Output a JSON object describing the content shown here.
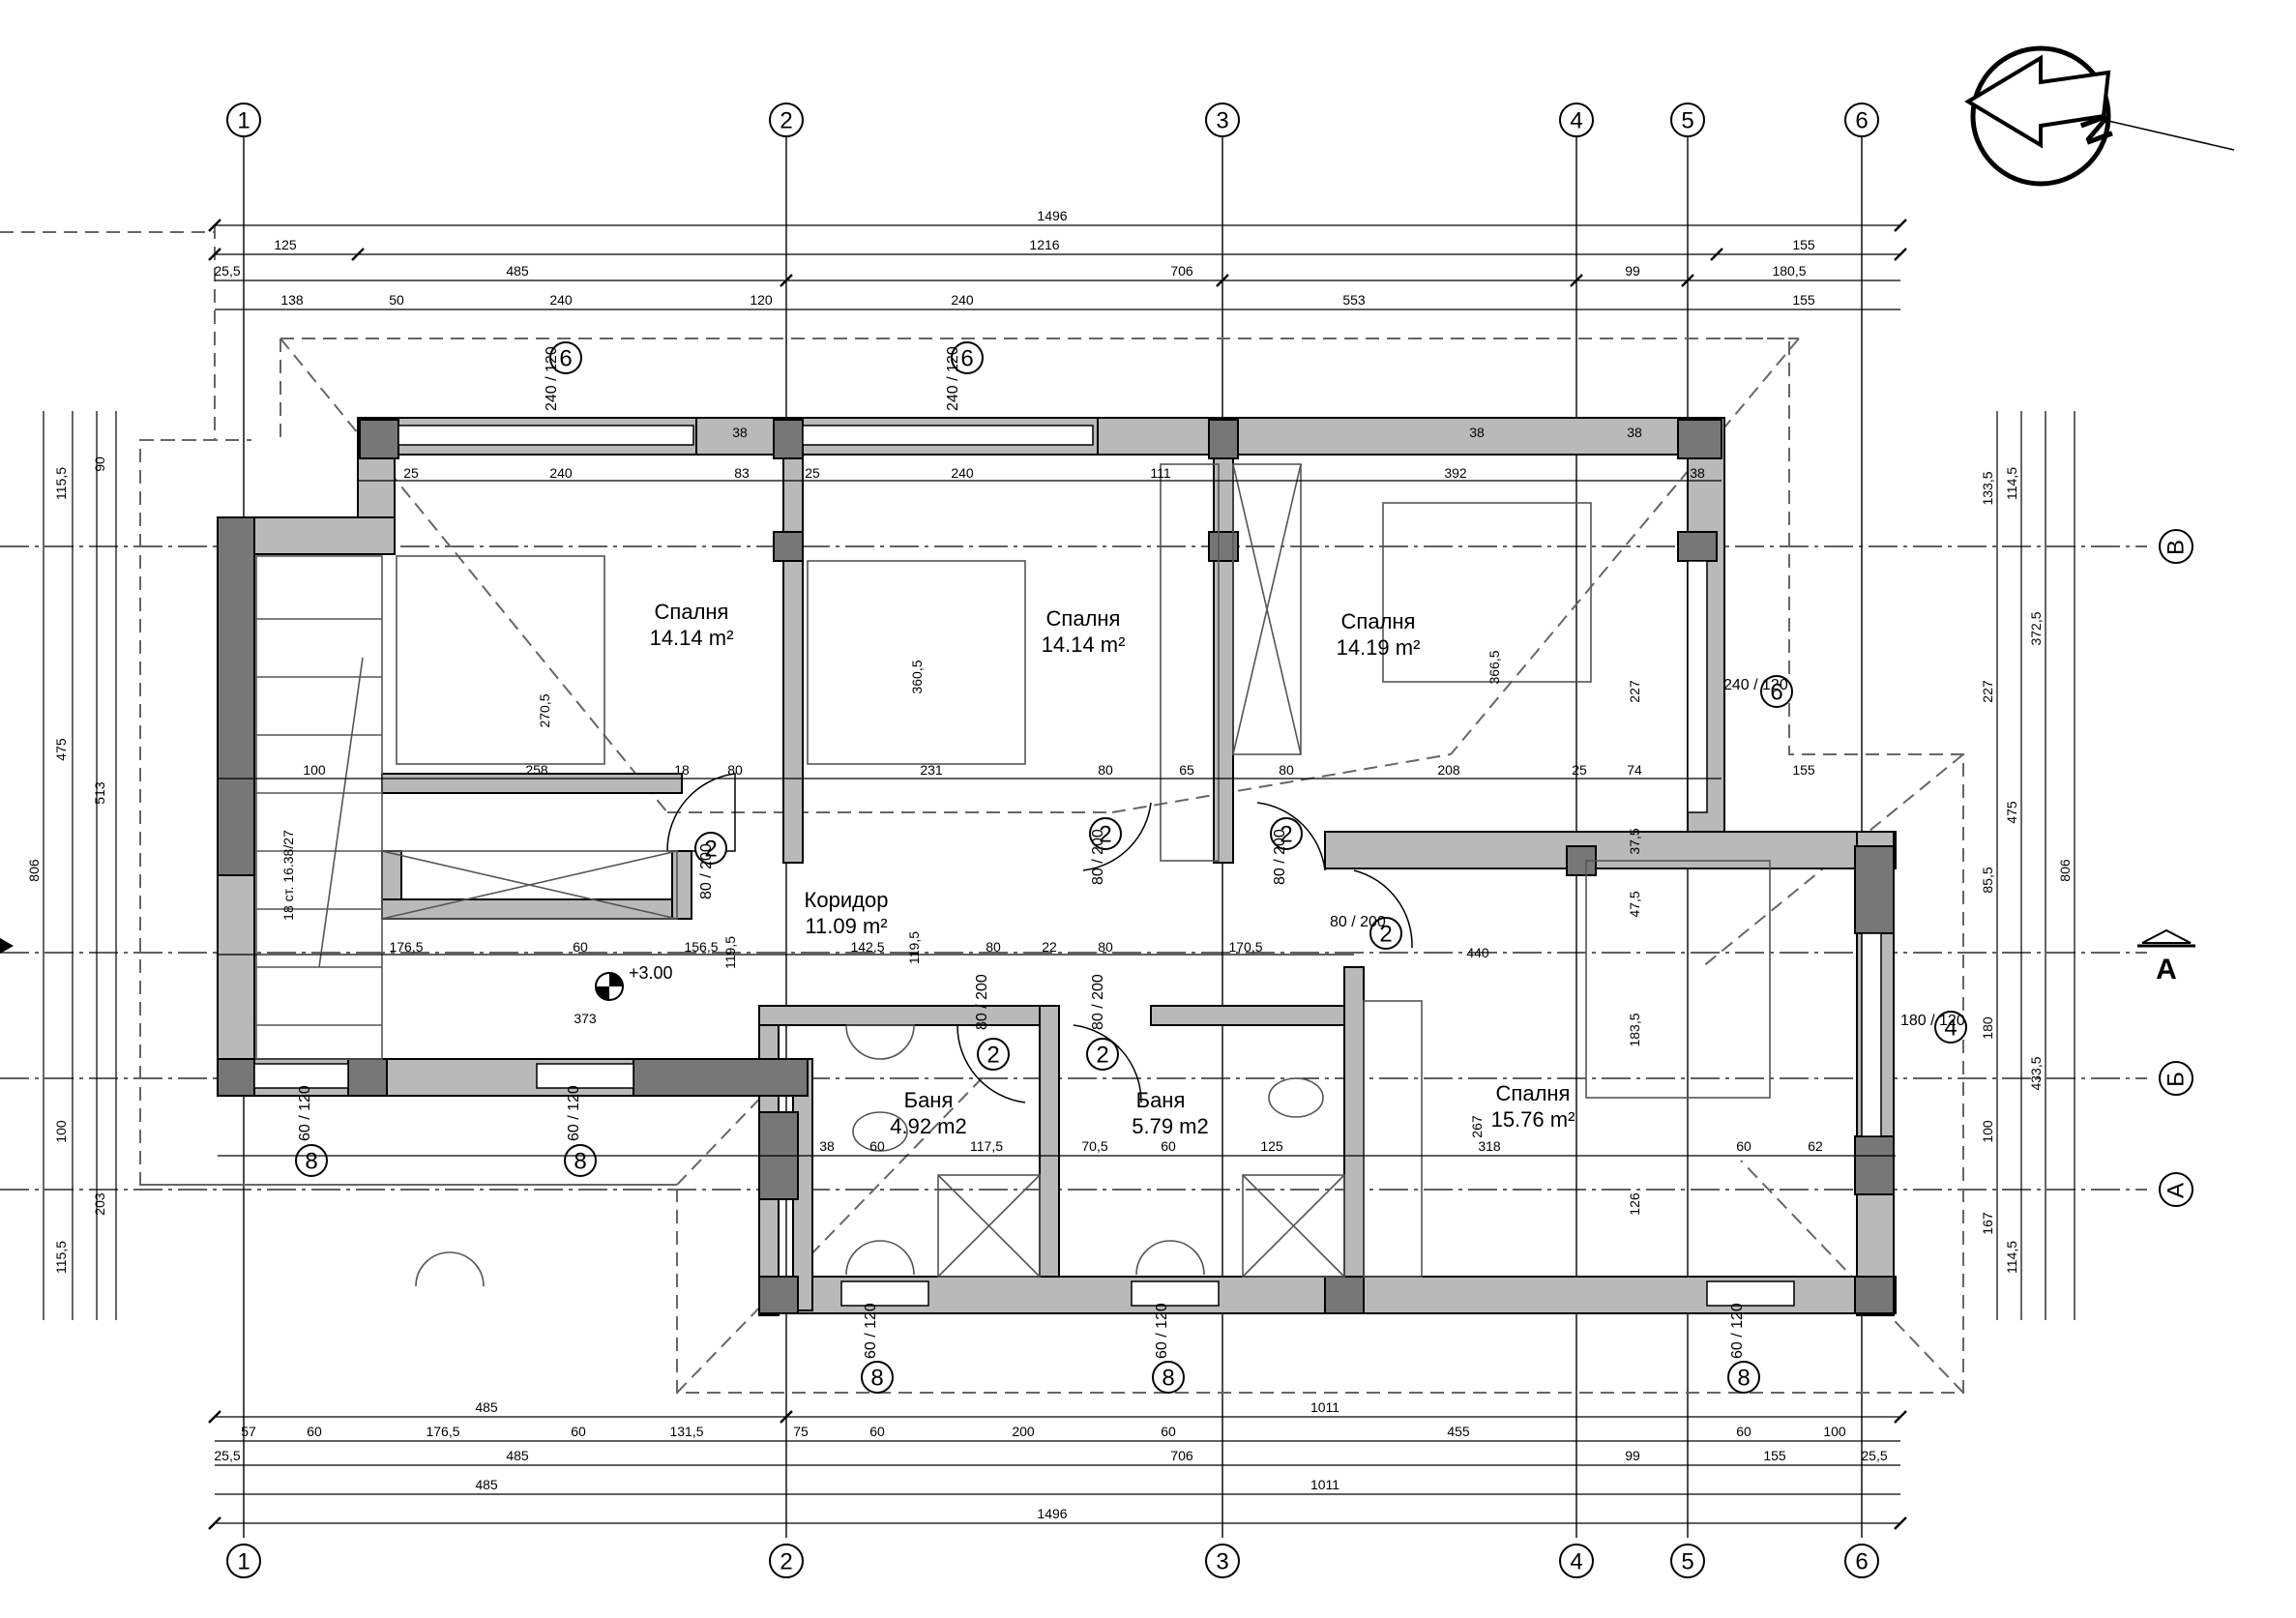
{
  "grid_axes": {
    "vertical": [
      "1",
      "2",
      "3",
      "4",
      "5",
      "6"
    ],
    "horizontal": [
      "В",
      "Б",
      "А"
    ]
  },
  "section_mark": "A",
  "level_mark": "+3.00",
  "rooms": [
    {
      "name": "Спалня",
      "area": "14.14 m²"
    },
    {
      "name": "Спалня",
      "area": "14.14 m²"
    },
    {
      "name": "Спалня",
      "area": "14.19 m²"
    },
    {
      "name": "Коридор",
      "area": "11.09 m²"
    },
    {
      "name": "Баня",
      "area": "4.92 m2"
    },
    {
      "name": "Баня",
      "area": "5.79 m2"
    },
    {
      "name": "Спалня",
      "area": "15.76 m²"
    }
  ],
  "dimensions": {
    "top_overall": "1496",
    "top_row1": [
      "125",
      "1216",
      "155"
    ],
    "top_row2": [
      "25,5",
      "485",
      "706",
      "99",
      "180,5"
    ],
    "top_row3": [
      "138",
      "50",
      "240",
      "120",
      "240",
      "553",
      "155"
    ],
    "bottom_row1": [
      "485",
      "1011"
    ],
    "bottom_row2": [
      "57",
      "60",
      "176,5",
      "60",
      "131,5",
      "75",
      "60",
      "200",
      "60",
      "455",
      "60",
      "100"
    ],
    "bottom_row3": [
      "25,5",
      "485",
      "706",
      "99",
      "155",
      "25,5"
    ],
    "bottom_row4": [
      "485",
      "1011"
    ],
    "bottom_overall": "1496",
    "left": [
      "115,5",
      "90",
      "475",
      "513",
      "806",
      "100",
      "203",
      "115,5"
    ],
    "right": [
      "133,5",
      "114,5",
      "372,5",
      "227",
      "475",
      "806",
      "85,5",
      "180",
      "433,5",
      "100",
      "167",
      "114,5"
    ],
    "interior": [
      "25",
      "240",
      "83",
      "25",
      "240",
      "111",
      "392",
      "38",
      "38",
      "38",
      "38",
      "100",
      "258",
      "18",
      "80",
      "231",
      "80",
      "65",
      "80",
      "208",
      "25",
      "74",
      "155",
      "176,5",
      "60",
      "156,5",
      "142,5",
      "80",
      "22",
      "80",
      "170,5",
      "373",
      "440",
      "318",
      "60",
      "62",
      "117,5",
      "70,5",
      "60",
      "125",
      "38",
      "60",
      "270,5",
      "360,5",
      "366,5",
      "227",
      "183,5",
      "126",
      "267",
      "37,5",
      "47,5",
      "119,5",
      "119,5",
      "18 ст. 16.38/27"
    ]
  },
  "openings": [
    {
      "tag": "6",
      "size": "240 / 120"
    },
    {
      "tag": "6",
      "size": "240 / 120"
    },
    {
      "tag": "6",
      "size": "240 / 120"
    },
    {
      "tag": "4",
      "size": "180 / 120"
    },
    {
      "tag": "8",
      "size": "60 / 120"
    },
    {
      "tag": "8",
      "size": "60 / 120"
    },
    {
      "tag": "8",
      "size": "60 / 120"
    },
    {
      "tag": "8",
      "size": "60 / 120"
    },
    {
      "tag": "8",
      "size": "60 / 120"
    },
    {
      "tag": "2",
      "size": "80 / 200"
    },
    {
      "tag": "2",
      "size": "80 / 200"
    },
    {
      "tag": "2",
      "size": "80 / 200"
    },
    {
      "tag": "2",
      "size": "80 / 200"
    },
    {
      "tag": "2",
      "size": "80 / 200"
    },
    {
      "tag": "2",
      "size": "80 / 200"
    }
  ]
}
